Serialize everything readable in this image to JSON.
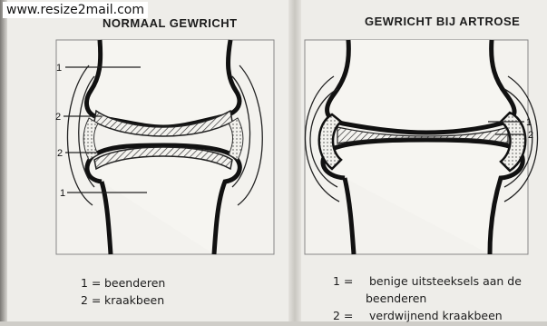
{
  "watermark": "www.resize2mail.com",
  "panels": {
    "left": {
      "title": "NORMAAL GEWRICHT",
      "callouts": [
        "1",
        "2",
        "2",
        "1"
      ],
      "legend": [
        {
          "num": "1 =",
          "text": "beenderen"
        },
        {
          "num": "2 =",
          "text": "kraakbeen"
        }
      ]
    },
    "right": {
      "title": "GEWRICHT BIJ ARTROSE",
      "callouts": [
        "1",
        "2"
      ],
      "legend": [
        {
          "num": "1 =",
          "text": "benige uitsteeksels aan de",
          "cont": "beenderen"
        },
        {
          "num": "2 =",
          "text": "verdwijnend kraakbeen"
        }
      ]
    }
  }
}
